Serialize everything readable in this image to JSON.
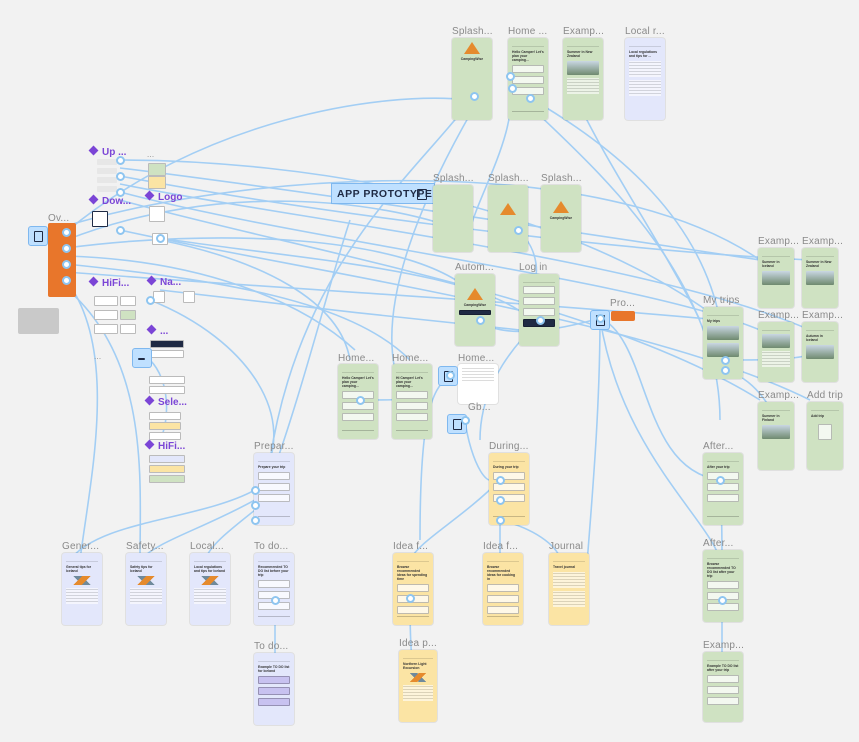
{
  "canvas": {
    "background": "#f2f2f2",
    "wire_color": "#9fcdf5"
  },
  "proto_button": {
    "label": "APP PROTOTYPE",
    "icon": "play-icon"
  },
  "frames": [
    {
      "id": "splash-1",
      "label": "Splash...",
      "color": "green",
      "kind": "logo",
      "brand": "CampingWise"
    },
    {
      "id": "home-1",
      "label": "Home ...",
      "color": "green",
      "kind": "home",
      "text": "Hello Camper! Let's plan your camping..."
    },
    {
      "id": "example-1",
      "label": "Examp...",
      "color": "green",
      "kind": "example",
      "text": "Summer in New Zealand"
    },
    {
      "id": "local-r",
      "label": "Local r...",
      "color": "blue",
      "kind": "article",
      "text": "Local regulations and tips for ..."
    },
    {
      "id": "splash-2",
      "label": "Splash...",
      "color": "green",
      "kind": "blank"
    },
    {
      "id": "splash-3",
      "label": "Splash...",
      "color": "green",
      "kind": "logo"
    },
    {
      "id": "splash-4",
      "label": "Splash...",
      "color": "green",
      "kind": "logo",
      "brand": "CampingWise"
    },
    {
      "id": "auto",
      "label": "Autom...",
      "color": "green",
      "kind": "logo",
      "brand": "CampingWise"
    },
    {
      "id": "login",
      "label": "Log in",
      "color": "green",
      "kind": "login"
    },
    {
      "id": "home-2",
      "label": "Home...",
      "color": "green",
      "kind": "home",
      "text": "Hello Camper! Let's plan your camping..."
    },
    {
      "id": "home-3",
      "label": "Home...",
      "color": "green",
      "kind": "home",
      "text": "Hi Camper! Let's plan your camping..."
    },
    {
      "id": "home-4",
      "label": "Home...",
      "color": "white",
      "kind": "article"
    },
    {
      "id": "mytrips",
      "label": "My trips",
      "color": "green",
      "kind": "trips",
      "text": "My trips"
    },
    {
      "id": "example-2",
      "label": "Examp...",
      "color": "green",
      "kind": "example",
      "text": "Summer in Iceland"
    },
    {
      "id": "example-3",
      "label": "Examp...",
      "color": "green",
      "kind": "example",
      "text": "Summer in New Zealand"
    },
    {
      "id": "example-4",
      "label": "Examp...",
      "color": "green",
      "kind": "example"
    },
    {
      "id": "example-5",
      "label": "Examp...",
      "color": "green",
      "kind": "example",
      "text": "Autumn in Iceland"
    },
    {
      "id": "example-6",
      "label": "Examp...",
      "color": "green",
      "kind": "example",
      "text": "Summer in Finland"
    },
    {
      "id": "addtrip",
      "label": "Add trip",
      "color": "green",
      "kind": "add",
      "text": "Add trip"
    },
    {
      "id": "prepare",
      "label": "Prepar...",
      "color": "blue",
      "kind": "home",
      "text": "Prepare your trip"
    },
    {
      "id": "during",
      "label": "During...",
      "color": "yellow",
      "kind": "home",
      "text": "During your trip"
    },
    {
      "id": "after-1",
      "label": "After...",
      "color": "green",
      "kind": "home",
      "text": "After your trip"
    },
    {
      "id": "general",
      "label": "Gener...",
      "color": "blue",
      "kind": "article",
      "text": "General tips for Iceland"
    },
    {
      "id": "safety",
      "label": "Safety...",
      "color": "blue",
      "kind": "article",
      "text": "Safety tips for Iceland"
    },
    {
      "id": "local-2",
      "label": "Local...",
      "color": "blue",
      "kind": "article",
      "text": "Local regulations and tips for Iceland"
    },
    {
      "id": "todo-1",
      "label": "To do...",
      "color": "blue",
      "kind": "list",
      "text": "Recommended TO DO list before your trip"
    },
    {
      "id": "idea-1",
      "label": "Idea f...",
      "color": "yellow",
      "kind": "list",
      "text": "Browse recommended ideas for spending time"
    },
    {
      "id": "idea-2",
      "label": "Idea f...",
      "color": "yellow",
      "kind": "list",
      "text": "Browse recommended ideas for cooking in"
    },
    {
      "id": "journal",
      "label": "Journal",
      "color": "yellow",
      "kind": "journal",
      "text": "Travel journal"
    },
    {
      "id": "after-2",
      "label": "After...",
      "color": "green",
      "kind": "list",
      "text": "Browse recommended TO DO list after your trip"
    },
    {
      "id": "idea-3",
      "label": "Idea p...",
      "color": "yellow",
      "kind": "example",
      "text": "Northern Light Excursion"
    },
    {
      "id": "todo-2",
      "label": "To do...",
      "color": "blue",
      "kind": "list",
      "text": "Example TO DO list for Iceland"
    },
    {
      "id": "example-7",
      "label": "Examp...",
      "color": "green",
      "kind": "list",
      "text": "Example TO DO list after your trip"
    },
    {
      "id": "profile",
      "label": "Pro...",
      "color": "none",
      "kind": "pill"
    },
    {
      "id": "overview",
      "label": "Ov...",
      "color": "none",
      "kind": "none"
    },
    {
      "id": "gb",
      "label": "Gb...",
      "color": "none",
      "kind": "none"
    }
  ],
  "components": [
    {
      "id": "up",
      "label": "Up ..."
    },
    {
      "id": "dow",
      "label": "Dow..."
    },
    {
      "id": "logo",
      "label": "Logo"
    },
    {
      "id": "hifi-1",
      "label": "HiFi..."
    },
    {
      "id": "nav",
      "label": "Na..."
    },
    {
      "id": "c1",
      "label": "..."
    },
    {
      "id": "c2",
      "label": "..."
    },
    {
      "id": "sele",
      "label": "Sele..."
    },
    {
      "id": "hifi-2",
      "label": "HiFi..."
    },
    {
      "id": "dots",
      "label": "..."
    }
  ]
}
